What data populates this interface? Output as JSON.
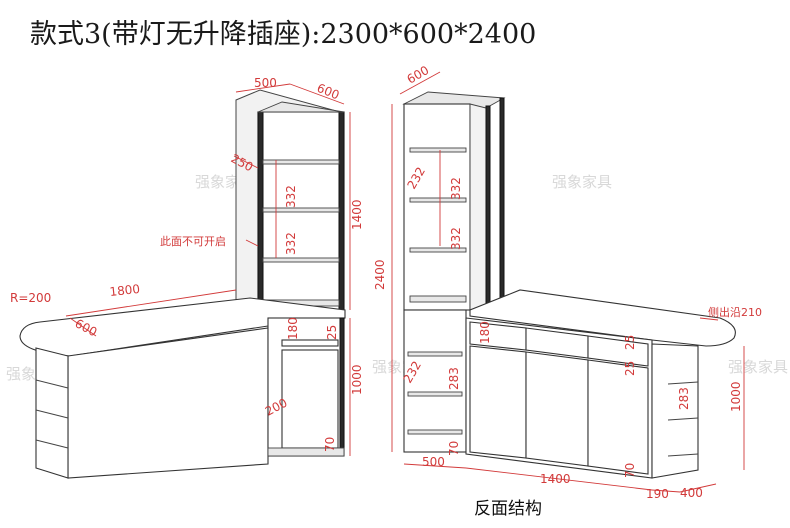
{
  "title": "款式3(带灯无升降插座):2300*600*2400",
  "caption": "反面结构",
  "watermark": "强象家具",
  "front": {
    "dims": {
      "top_w": "500",
      "top_d": "600",
      "shelf_gap": "250",
      "shelf_1": "332",
      "shelf_2": "332",
      "height_upper": "1400",
      "length": "1800",
      "radius": "R=200",
      "depth": "600",
      "drawer_h": "180",
      "door_gap": "25",
      "height_lower": "1000",
      "plinth": "70",
      "side_depth": "200"
    },
    "note": "此面不可开启"
  },
  "back": {
    "dims": {
      "top_d": "600",
      "total_h": "2400",
      "shelf_a": "232",
      "shelf_b": "332",
      "shelf_c": "332",
      "drawer_h": "180",
      "gap_1": "25",
      "gap_2": "25",
      "shelf_d": "232",
      "shelf_e": "283",
      "plinth": "70",
      "base_w": "500",
      "base_len": "1400",
      "plinth_2": "70",
      "side_h": "1000",
      "side_shelf": "283",
      "end_w": "190",
      "end_d": "400"
    },
    "note": "侧出沿210"
  }
}
